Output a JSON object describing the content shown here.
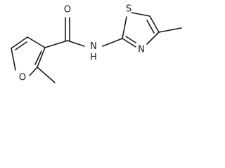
{
  "atoms": {
    "o_carbonyl": "O",
    "o_furan": "O",
    "n_amide": "N",
    "h_amide": "H",
    "s_thiazole": "S",
    "n_thiazole": "N"
  }
}
